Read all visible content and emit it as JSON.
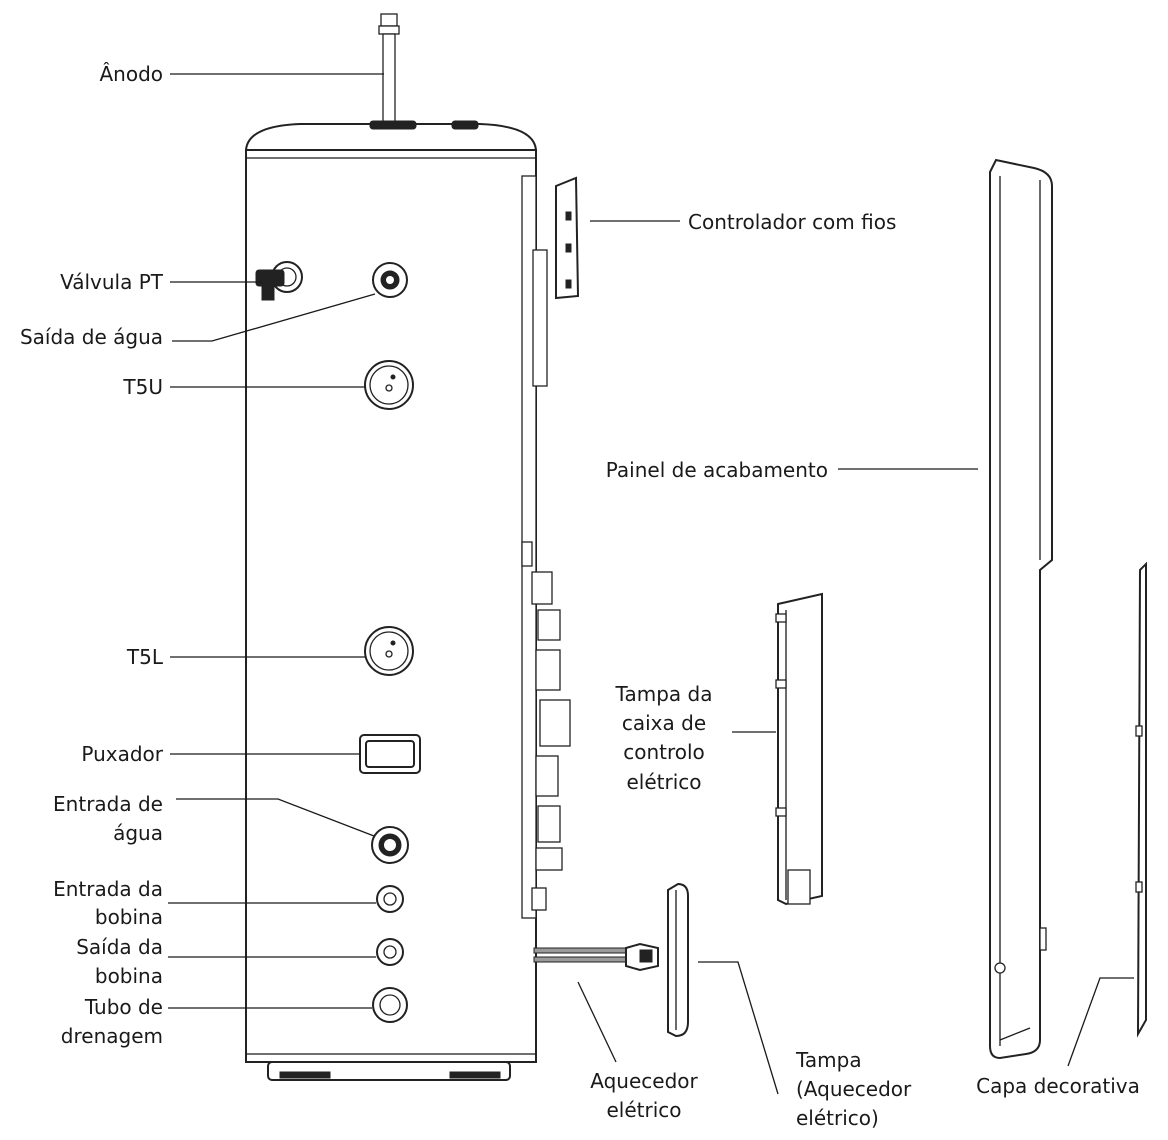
{
  "labels": {
    "anodo": "Ânodo",
    "valvula_pt": "Válvula PT",
    "saida_agua": "Saída de água",
    "t5u": "T5U",
    "t5l": "T5L",
    "puxador": "Puxador",
    "entrada_agua": [
      "Entrada de",
      "água"
    ],
    "entrada_bobina": [
      "Entrada da",
      "bobina"
    ],
    "saida_bobina": [
      "Saída da",
      "bobina"
    ],
    "tubo_drenagem": [
      "Tubo de",
      "drenagem"
    ],
    "controlador": "Controlador com fios",
    "painel": "Painel de acabamento",
    "tampa_caixa": [
      "Tampa da",
      "caixa de",
      "controlo",
      "elétrico"
    ],
    "aquecedor": [
      "Aquecedor",
      "elétrico"
    ],
    "tampa_aquecedor": [
      "Tampa",
      "(Aquecedor",
      "elétrico)"
    ],
    "capa": "Capa decorativa"
  }
}
